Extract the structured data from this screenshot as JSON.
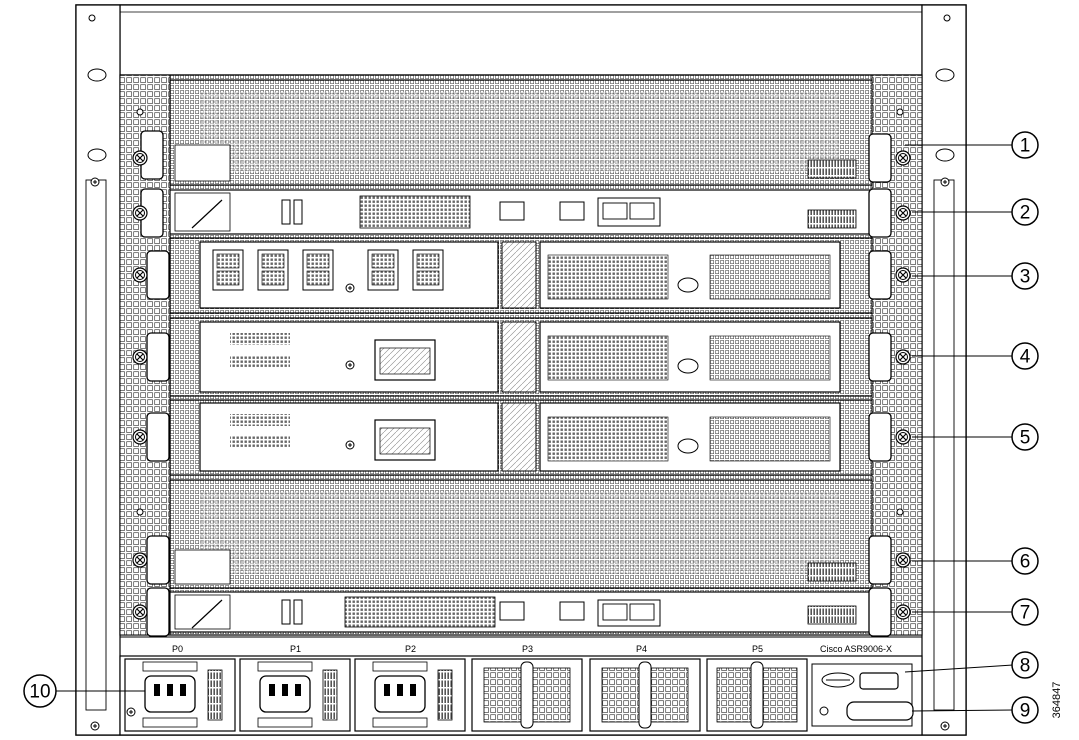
{
  "callouts": [
    "1",
    "2",
    "3",
    "4",
    "5",
    "6",
    "7",
    "8",
    "9",
    "10"
  ],
  "psu_slots": [
    "P0",
    "P1",
    "P2",
    "P3",
    "P4",
    "P5"
  ],
  "chassis_model": "Cisco ASR9006-X",
  "figure_id": "364847",
  "line_colors": {
    "ink": "#000000",
    "grid": "#4a4a4a",
    "paper": "#ffffff"
  }
}
